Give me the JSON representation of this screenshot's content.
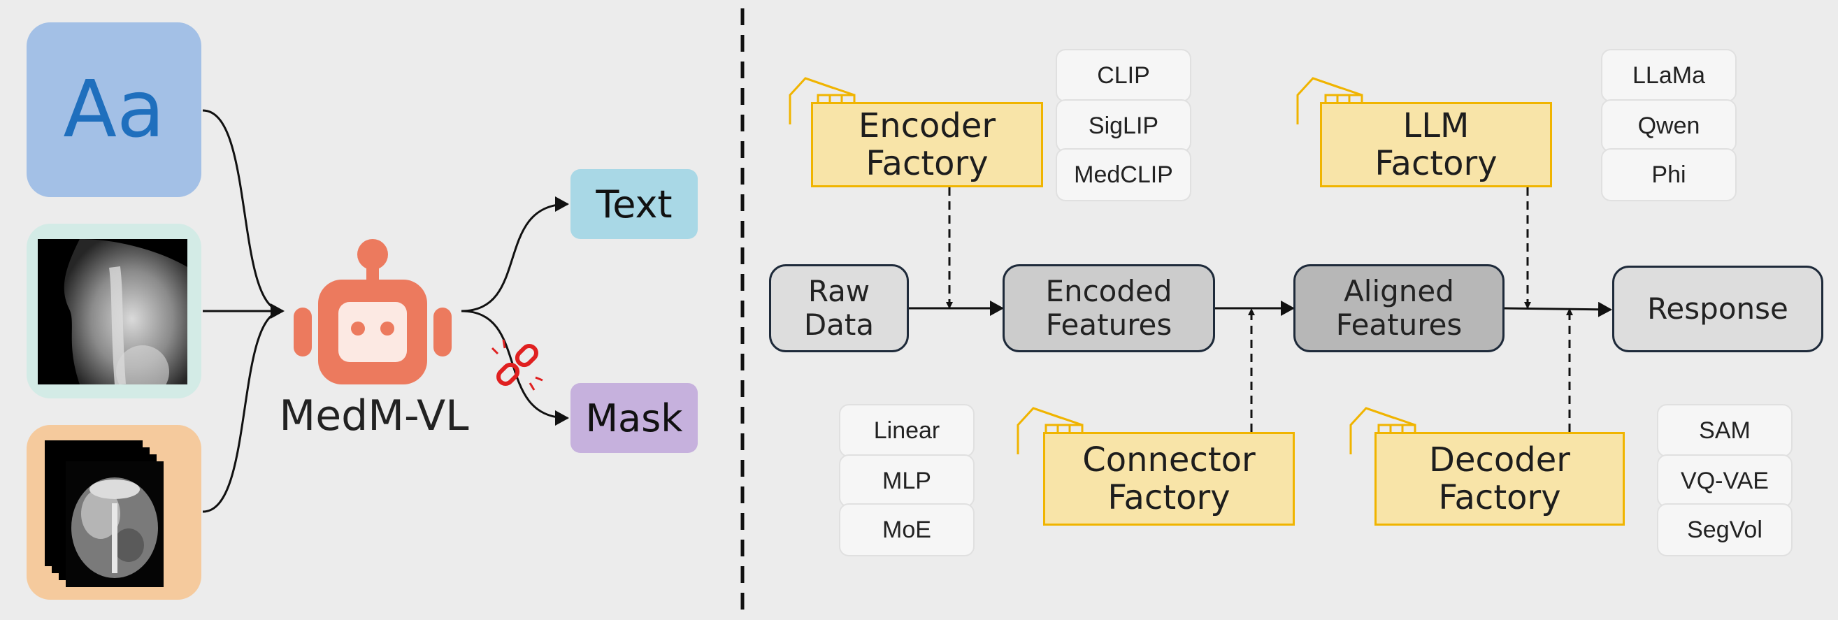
{
  "left_panel": {
    "text_input_glyph": "Aa",
    "model_name": "MedM-VL",
    "outputs": [
      "Text",
      "Mask"
    ]
  },
  "pipeline": {
    "stages": [
      "Raw\nData",
      "Encoded\nFeatures",
      "Aligned\nFeatures",
      "Response"
    ],
    "factories": {
      "encoder": "Encoder\nFactory",
      "llm": "LLM\nFactory",
      "connector": "Connector\nFactory",
      "decoder": "Decoder\nFactory"
    },
    "options": {
      "encoder": [
        "CLIP",
        "SigLIP",
        "MedCLIP"
      ],
      "llm": [
        "LLaMa",
        "Qwen",
        "Phi"
      ],
      "connector": [
        "Linear",
        "MLP",
        "MoE"
      ],
      "decoder": [
        "SAM",
        "VQ-VAE",
        "SegVol"
      ]
    }
  },
  "colors": {
    "text_card": "#a3c0e6",
    "xray_card": "#d3ebe6",
    "ct_card": "#f5ca9d",
    "robot": "#ec7a5e",
    "text_output": "#a9d8e6",
    "mask_output": "#c6b1dd",
    "factory_fill": "#f8e4a8",
    "factory_border": "#f0b400",
    "broken_link": "#e02020"
  },
  "icons": [
    "robot-icon",
    "broken-link-icon",
    "factory-icon"
  ]
}
